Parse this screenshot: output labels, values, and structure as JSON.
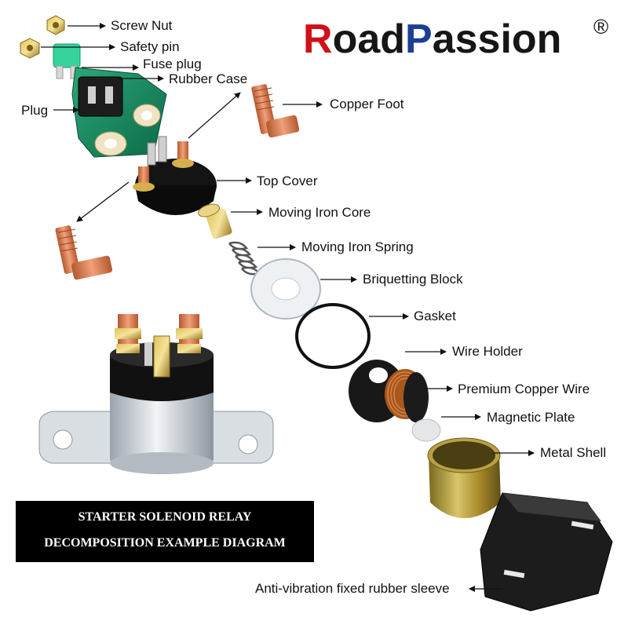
{
  "brand": {
    "part1": "R",
    "part2": "oad",
    "part3": "P",
    "part4": "assion",
    "registered": "®",
    "colors": {
      "red": "#d0101a",
      "dark": "#161616",
      "blue": "#1c3f94"
    }
  },
  "caption": {
    "line1": "STARTER SOLENOID RELAY",
    "line2": "DECOMPOSITION EXAMPLE DIAGRAM"
  },
  "labels": {
    "screw_nut": "Screw Nut",
    "safety_pin": "Safety pin",
    "fuse_plug": "Fuse plug",
    "rubber_case": "Rubber Case",
    "plug": "Plug",
    "copper_foot": "Copper Foot",
    "top_cover": "Top Cover",
    "moving_iron_core": "Moving Iron Core",
    "moving_iron_spring": "Moving Iron Spring",
    "briquetting_block": "Briquetting Block",
    "gasket": "Gasket",
    "wire_holder": "Wire Holder",
    "premium_copper_wire": "Premium Copper Wire",
    "magnetic_plate": "Magnetic Plate",
    "metal_shell": "Metal Shell",
    "rubber_sleeve": "Anti-vibration fixed rubber sleeve"
  }
}
